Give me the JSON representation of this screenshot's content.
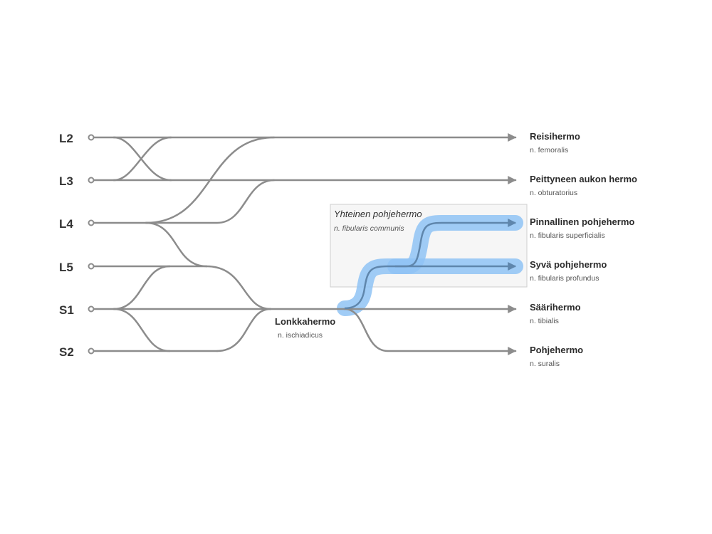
{
  "roots": [
    {
      "label": "L2"
    },
    {
      "label": "L3"
    },
    {
      "label": "L4"
    },
    {
      "label": "L5"
    },
    {
      "label": "S1"
    },
    {
      "label": "S2"
    }
  ],
  "nerves": [
    {
      "name": "Reisihermo",
      "latin": "n. femoralis"
    },
    {
      "name": "Peittyneen aukon hermo",
      "latin": "n. obturatorius"
    },
    {
      "name": "Pinnallinen pohjehermo",
      "latin": "n. fibularis superficialis"
    },
    {
      "name": "Syvä pohjehermo",
      "latin": "n. fibularis profundus"
    },
    {
      "name": "Säärihermo",
      "latin": "n. tibialis"
    },
    {
      "name": "Pohjehermo",
      "latin": "n. suralis"
    }
  ],
  "sciatic": {
    "name": "Lonkkahermo",
    "latin": "n. ischiadicus"
  },
  "group": {
    "name": "Yhteinen pohjehermo",
    "latin": "n. fibularis communis"
  },
  "colors": {
    "line": "#8c8c8c",
    "highlight": "#8fc3f5",
    "highlight_line": "#5f86ac"
  }
}
